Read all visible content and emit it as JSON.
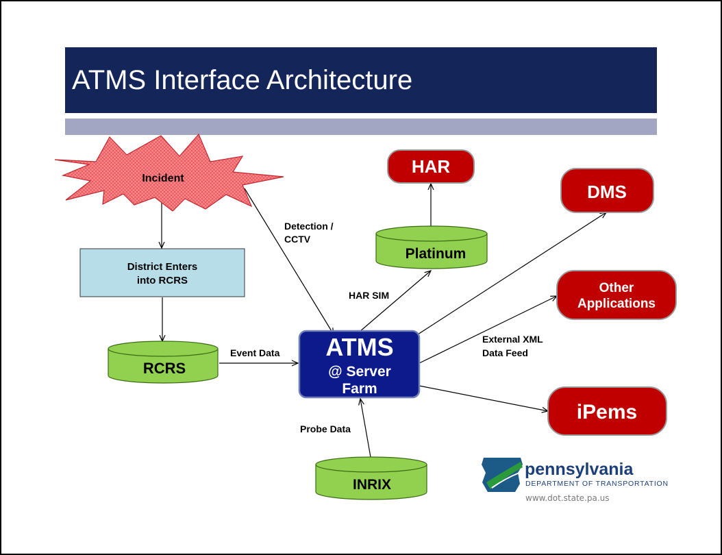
{
  "title": "ATMS Interface Architecture",
  "nodes": {
    "incident": "Incident",
    "district_line1": "District Enters",
    "district_line2": "into RCRS",
    "rcrs": "RCRS",
    "atms_line1": "ATMS",
    "atms_line2": "@ Server",
    "atms_line3": "Farm",
    "platinum": "Platinum",
    "har": "HAR",
    "dms": "DMS",
    "other_line1": "Other",
    "other_line2": "Applications",
    "ipems": "iPems",
    "inrix": "INRIX"
  },
  "edges": {
    "detection_line1": "Detection /",
    "detection_line2": "CCTV",
    "event_data": "Event Data",
    "har_sim": "HAR SIM",
    "xml_line1": "External XML",
    "xml_line2": "Data Feed",
    "probe_data": "Probe Data"
  },
  "logo": {
    "name": "pennsylvania",
    "department": "DEPARTMENT OF TRANSPORTATION",
    "url": "www.dot.state.pa.us"
  },
  "colors": {
    "title_bg": "#14255a",
    "subbar": "#a3a6c2",
    "red_node": "#c00000",
    "green_db": "#92d050",
    "district_box": "#b7dee8",
    "atms_box": "#0c1a8c",
    "incident": "#ff7c80"
  }
}
